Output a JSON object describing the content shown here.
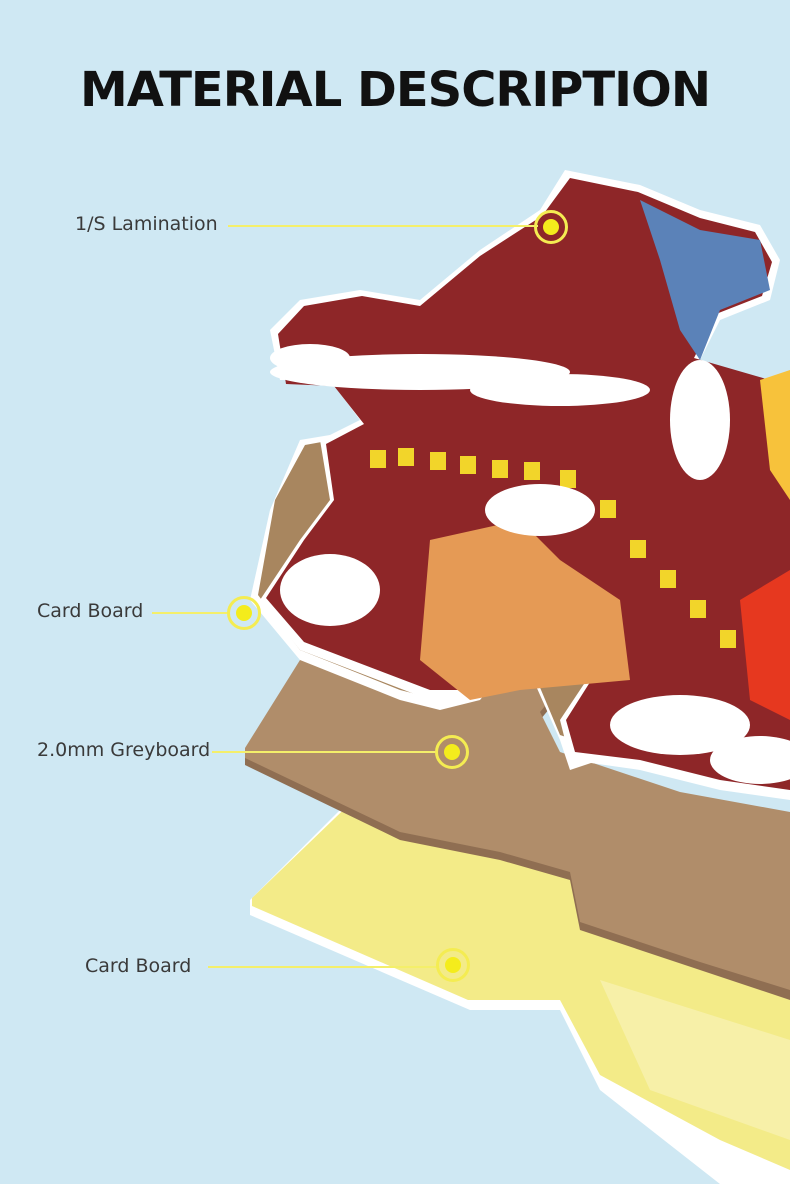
{
  "header": {
    "title": "MATERIAL DESCRIPTION"
  },
  "layers": [
    {
      "id": "lamination",
      "label": "1/S Lamination"
    },
    {
      "id": "card-board-top",
      "label": "Card Board"
    },
    {
      "id": "greyboard",
      "label": "2.0mm Greyboard"
    },
    {
      "id": "card-board-bottom",
      "label": "Card Board"
    }
  ],
  "colors": {
    "background": "#cfe8f3",
    "accent": "#f4ec52",
    "greyboard": "#b08d6a",
    "roof": "#8e2628",
    "window": "#f2d52a",
    "snow": "#ffffff",
    "bottom_board": "#f3eb88"
  }
}
